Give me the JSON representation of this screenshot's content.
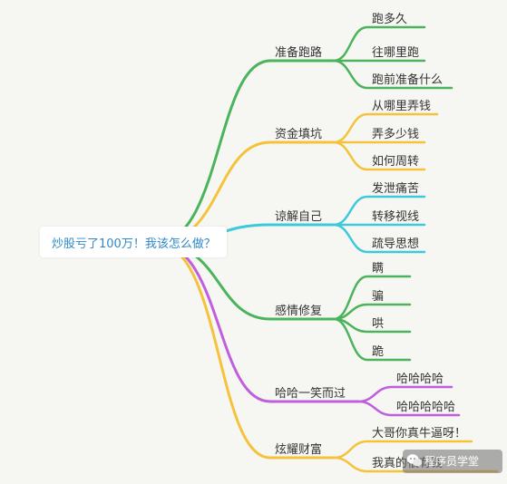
{
  "root": "炒股亏了100万！我该怎么做？",
  "colors": {
    "green": "#4bb35b",
    "yellow": "#f5c23c",
    "cyan": "#3ec9db",
    "purple": "#c05fde",
    "root_text": "#2f88c8",
    "background": "#f6f7f3"
  },
  "branches": [
    {
      "label": "准备跑路",
      "color": "green",
      "children": [
        "跑多久",
        "往哪里跑",
        "跑前准备什么"
      ]
    },
    {
      "label": "资金填坑",
      "color": "yellow",
      "children": [
        "从哪里弄钱",
        "弄多少钱",
        "如何周转"
      ]
    },
    {
      "label": "谅解自己",
      "color": "cyan",
      "children": [
        "发泄痛苦",
        "转移视线",
        "疏导思想"
      ]
    },
    {
      "label": "感情修复",
      "color": "green",
      "children": [
        "瞒",
        "骗",
        "哄",
        "跪"
      ]
    },
    {
      "label": "哈哈一笑而过",
      "color": "purple",
      "children": [
        "哈哈哈哈",
        "哈哈哈哈哈"
      ]
    },
    {
      "label": "炫耀财富",
      "color": "yellow",
      "children": [
        "大哥你真牛逼呀！",
        "我真的很有钱"
      ]
    }
  ],
  "watermark": {
    "text": "程序员学堂",
    "icon": "wechat-icon"
  }
}
